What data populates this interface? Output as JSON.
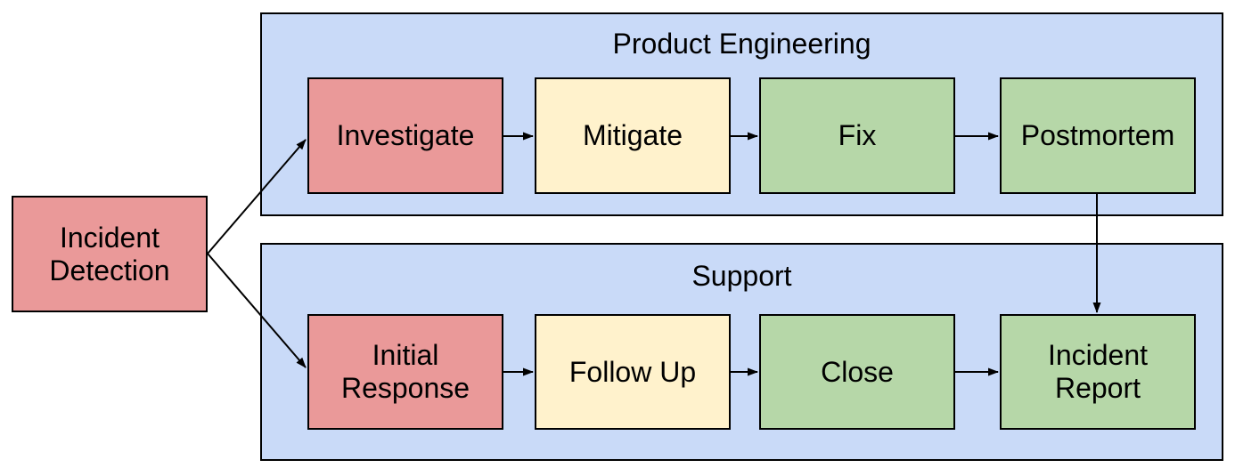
{
  "diagram": {
    "start_node": {
      "label": "Incident Detection",
      "color": "#ea9999"
    },
    "lanes": [
      {
        "title": "Product Engineering",
        "nodes": [
          {
            "label": "Investigate",
            "color": "#ea9999"
          },
          {
            "label": "Mitigate",
            "color": "#fff2cc"
          },
          {
            "label": "Fix",
            "color": "#b6d7a8"
          },
          {
            "label": "Postmortem",
            "color": "#b6d7a8"
          }
        ]
      },
      {
        "title": "Support",
        "nodes": [
          {
            "label": "Initial Response",
            "color": "#ea9999"
          },
          {
            "label": "Follow Up",
            "color": "#fff2cc"
          },
          {
            "label": "Close",
            "color": "#b6d7a8"
          },
          {
            "label": "Incident Report",
            "color": "#b6d7a8"
          }
        ]
      }
    ],
    "connections": [
      {
        "from": "Incident Detection",
        "to": "Investigate"
      },
      {
        "from": "Incident Detection",
        "to": "Initial Response"
      },
      {
        "from": "Investigate",
        "to": "Mitigate"
      },
      {
        "from": "Mitigate",
        "to": "Fix"
      },
      {
        "from": "Fix",
        "to": "Postmortem"
      },
      {
        "from": "Postmortem",
        "to": "Incident Report"
      },
      {
        "from": "Initial Response",
        "to": "Follow Up"
      },
      {
        "from": "Follow Up",
        "to": "Close"
      },
      {
        "from": "Close",
        "to": "Incident Report"
      }
    ],
    "colors": {
      "lane_background": "#c9daf8",
      "stage_red": "#ea9999",
      "stage_yellow": "#fff2cc",
      "stage_green": "#b6d7a8",
      "border": "#000000",
      "arrow": "#000000",
      "text": "#000000",
      "canvas_background": "#ffffff"
    }
  }
}
